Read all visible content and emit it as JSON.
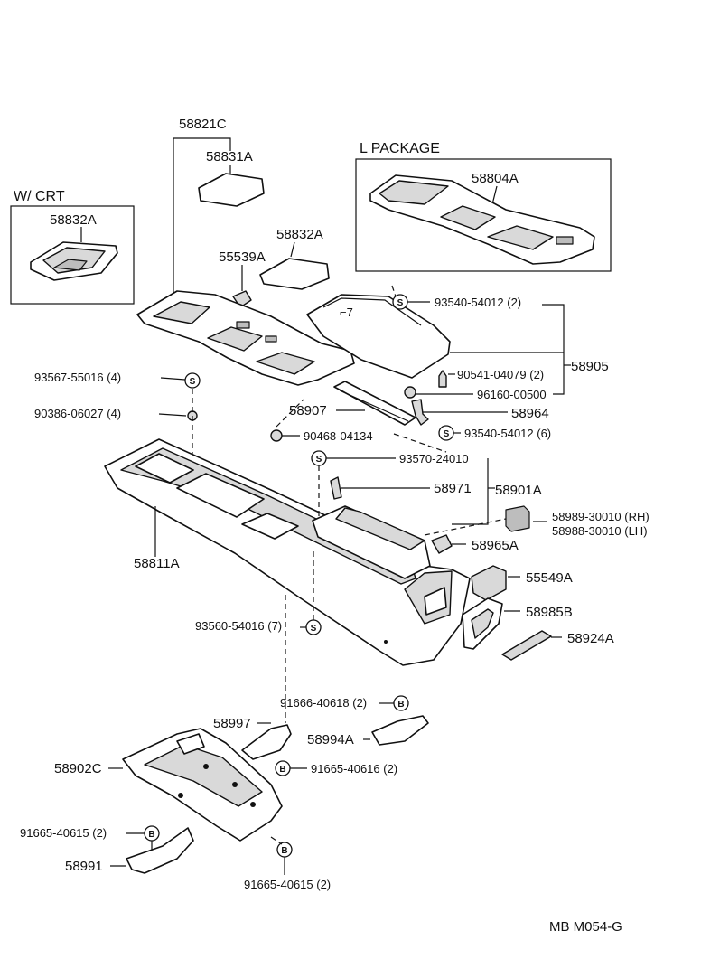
{
  "labels": {
    "p58821C": "58821C",
    "p58831A": "58831A",
    "wcrt": "W/ CRT",
    "p58832A_crt": "58832A",
    "lpackage": "L PACKAGE",
    "p58804A": "58804A",
    "p58832A": "58832A",
    "p55539A": "55539A",
    "p93540_2": "93540-54012 (2)",
    "p93567": "93567-55016 (4)",
    "p90541": "90541-04079 (2)",
    "p58905": "58905",
    "p90386": "90386-06027 (4)",
    "p96160": "96160-00500",
    "p58907": "58907",
    "p58964": "58964",
    "p90468": "90468-04134",
    "p93540_6": "93540-54012 (6)",
    "p93570": "93570-24010",
    "p58971": "58971",
    "p58901A": "58901A",
    "p58989": "58989-30010 (RH)",
    "p58988": "58988-30010 (LH)",
    "p58965A": "58965A",
    "p58811A": "58811A",
    "p55549A": "55549A",
    "p58985B": "58985B",
    "p93560": "93560-54016 (7)",
    "p58924A": "58924A",
    "p91666": "91666-40618 (2)",
    "p58997": "58997",
    "p58994A": "58994A",
    "p58902C": "58902C",
    "p91665_616": "91665-40616 (2)",
    "p91665_615a": "91665-40615 (2)",
    "p58991": "58991",
    "p91665_615b": "91665-40615 (2)",
    "ref": "MB M054-G"
  },
  "symbols": {
    "screw": "S",
    "bolt": "B"
  },
  "icons": {
    "screw_symbol": "circle-s-icon",
    "bolt_symbol": "circle-b-icon"
  }
}
